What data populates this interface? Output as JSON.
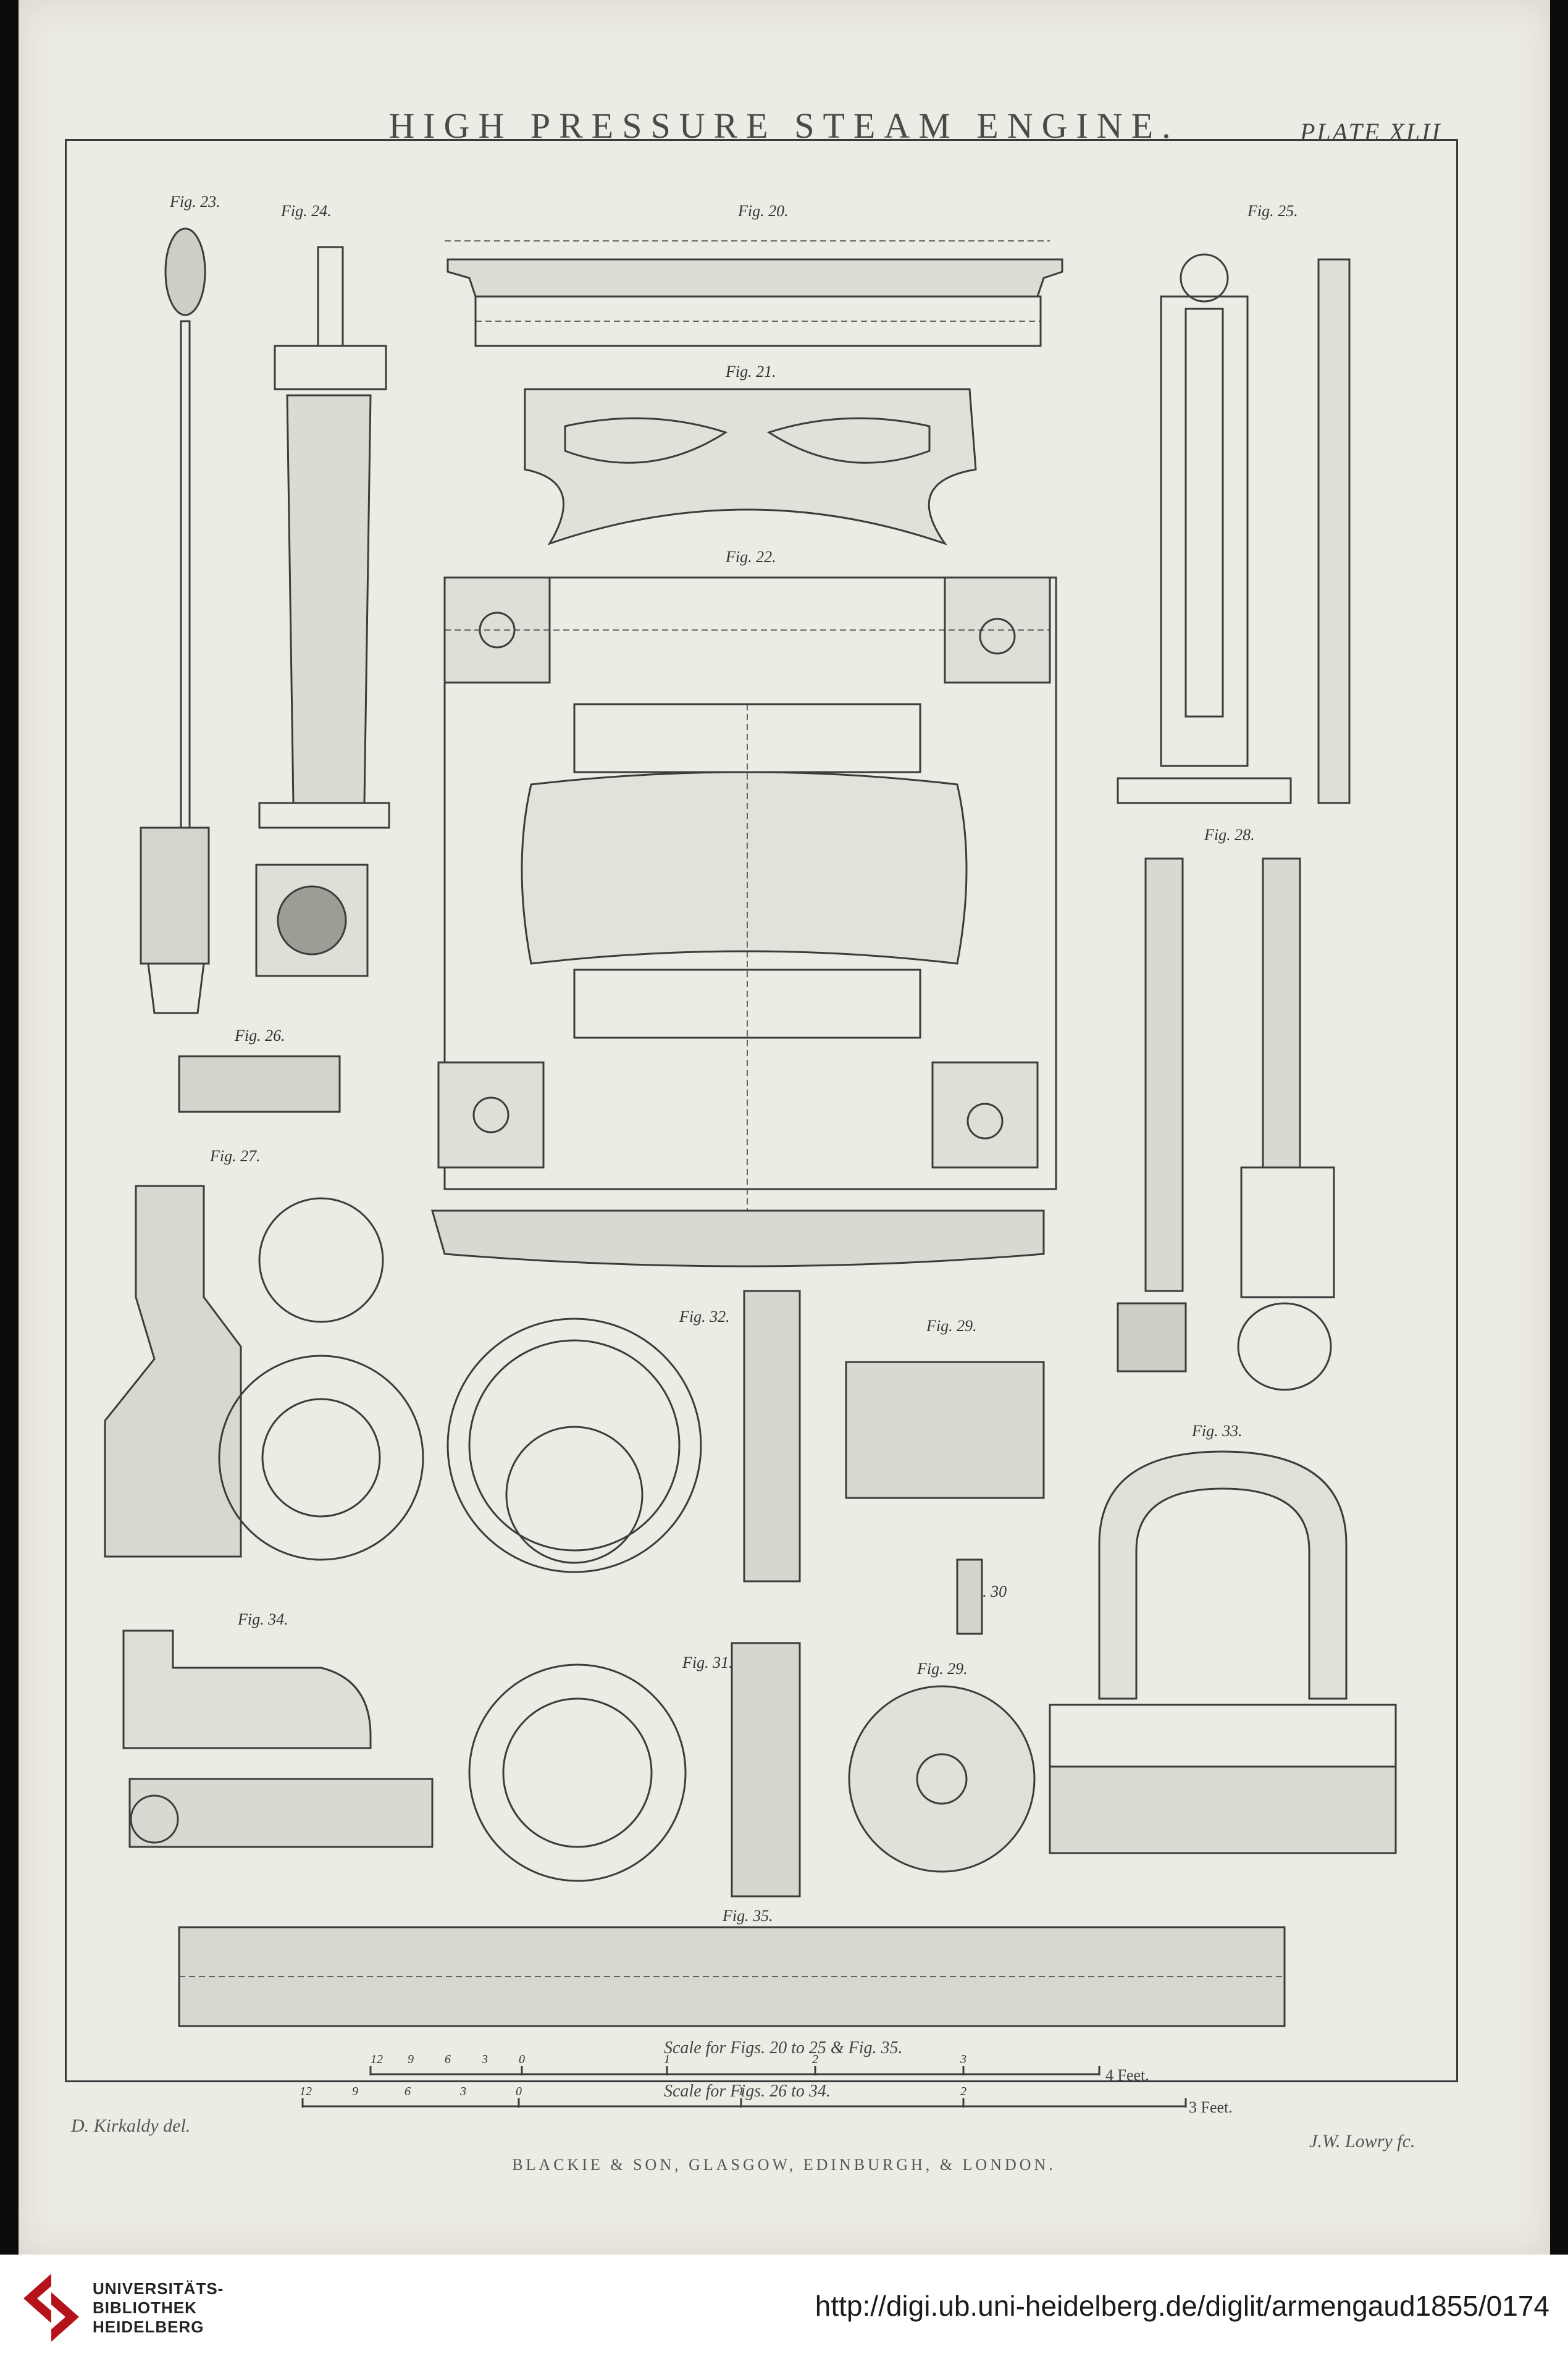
{
  "title": "HIGH PRESSURE STEAM ENGINE.",
  "plate": "PLATE XLII",
  "delineator": "D. Kirkaldy del.",
  "engraver": "J.W. Lowry fc.",
  "publisher": "BLACKIE & SON, GLASGOW, EDINBURGH, & LONDON.",
  "scales": [
    {
      "label": "Scale for Figs. 20 to 25 & Fig. 35.",
      "unit": "4 Feet.",
      "ticks": [
        "12",
        "9",
        "6",
        "3",
        "0",
        "1",
        "2",
        "3"
      ]
    },
    {
      "label": "Scale for Figs. 26 to 34.",
      "unit": "3 Feet.",
      "ticks": [
        "12",
        "9",
        "6",
        "3",
        "0",
        "1",
        "2"
      ]
    }
  ],
  "figures": [
    "Fig. 20.",
    "Fig. 21.",
    "Fig. 22.",
    "Fig. 23.",
    "Fig. 24.",
    "Fig. 25.",
    "Fig. 26.",
    "Fig. 27.",
    "Fig. 28.",
    "Fig. 29.",
    "Fig. 29.",
    "Fig. 30",
    "Fig. 31.",
    "Fig. 32.",
    "Fig. 33.",
    "Fig. 34.",
    "Fig. 35."
  ],
  "footer": {
    "library_line1": "UNIVERSITÄTS-",
    "library_line2": "BIBLIOTHEK",
    "library_line3": "HEIDELBERG",
    "url": "http://digi.ub.uni-heidelberg.de/diglit/armengaud1855/0174",
    "logo_icon": "library-bracket-logo-icon",
    "logo_color": "#b5121b"
  }
}
